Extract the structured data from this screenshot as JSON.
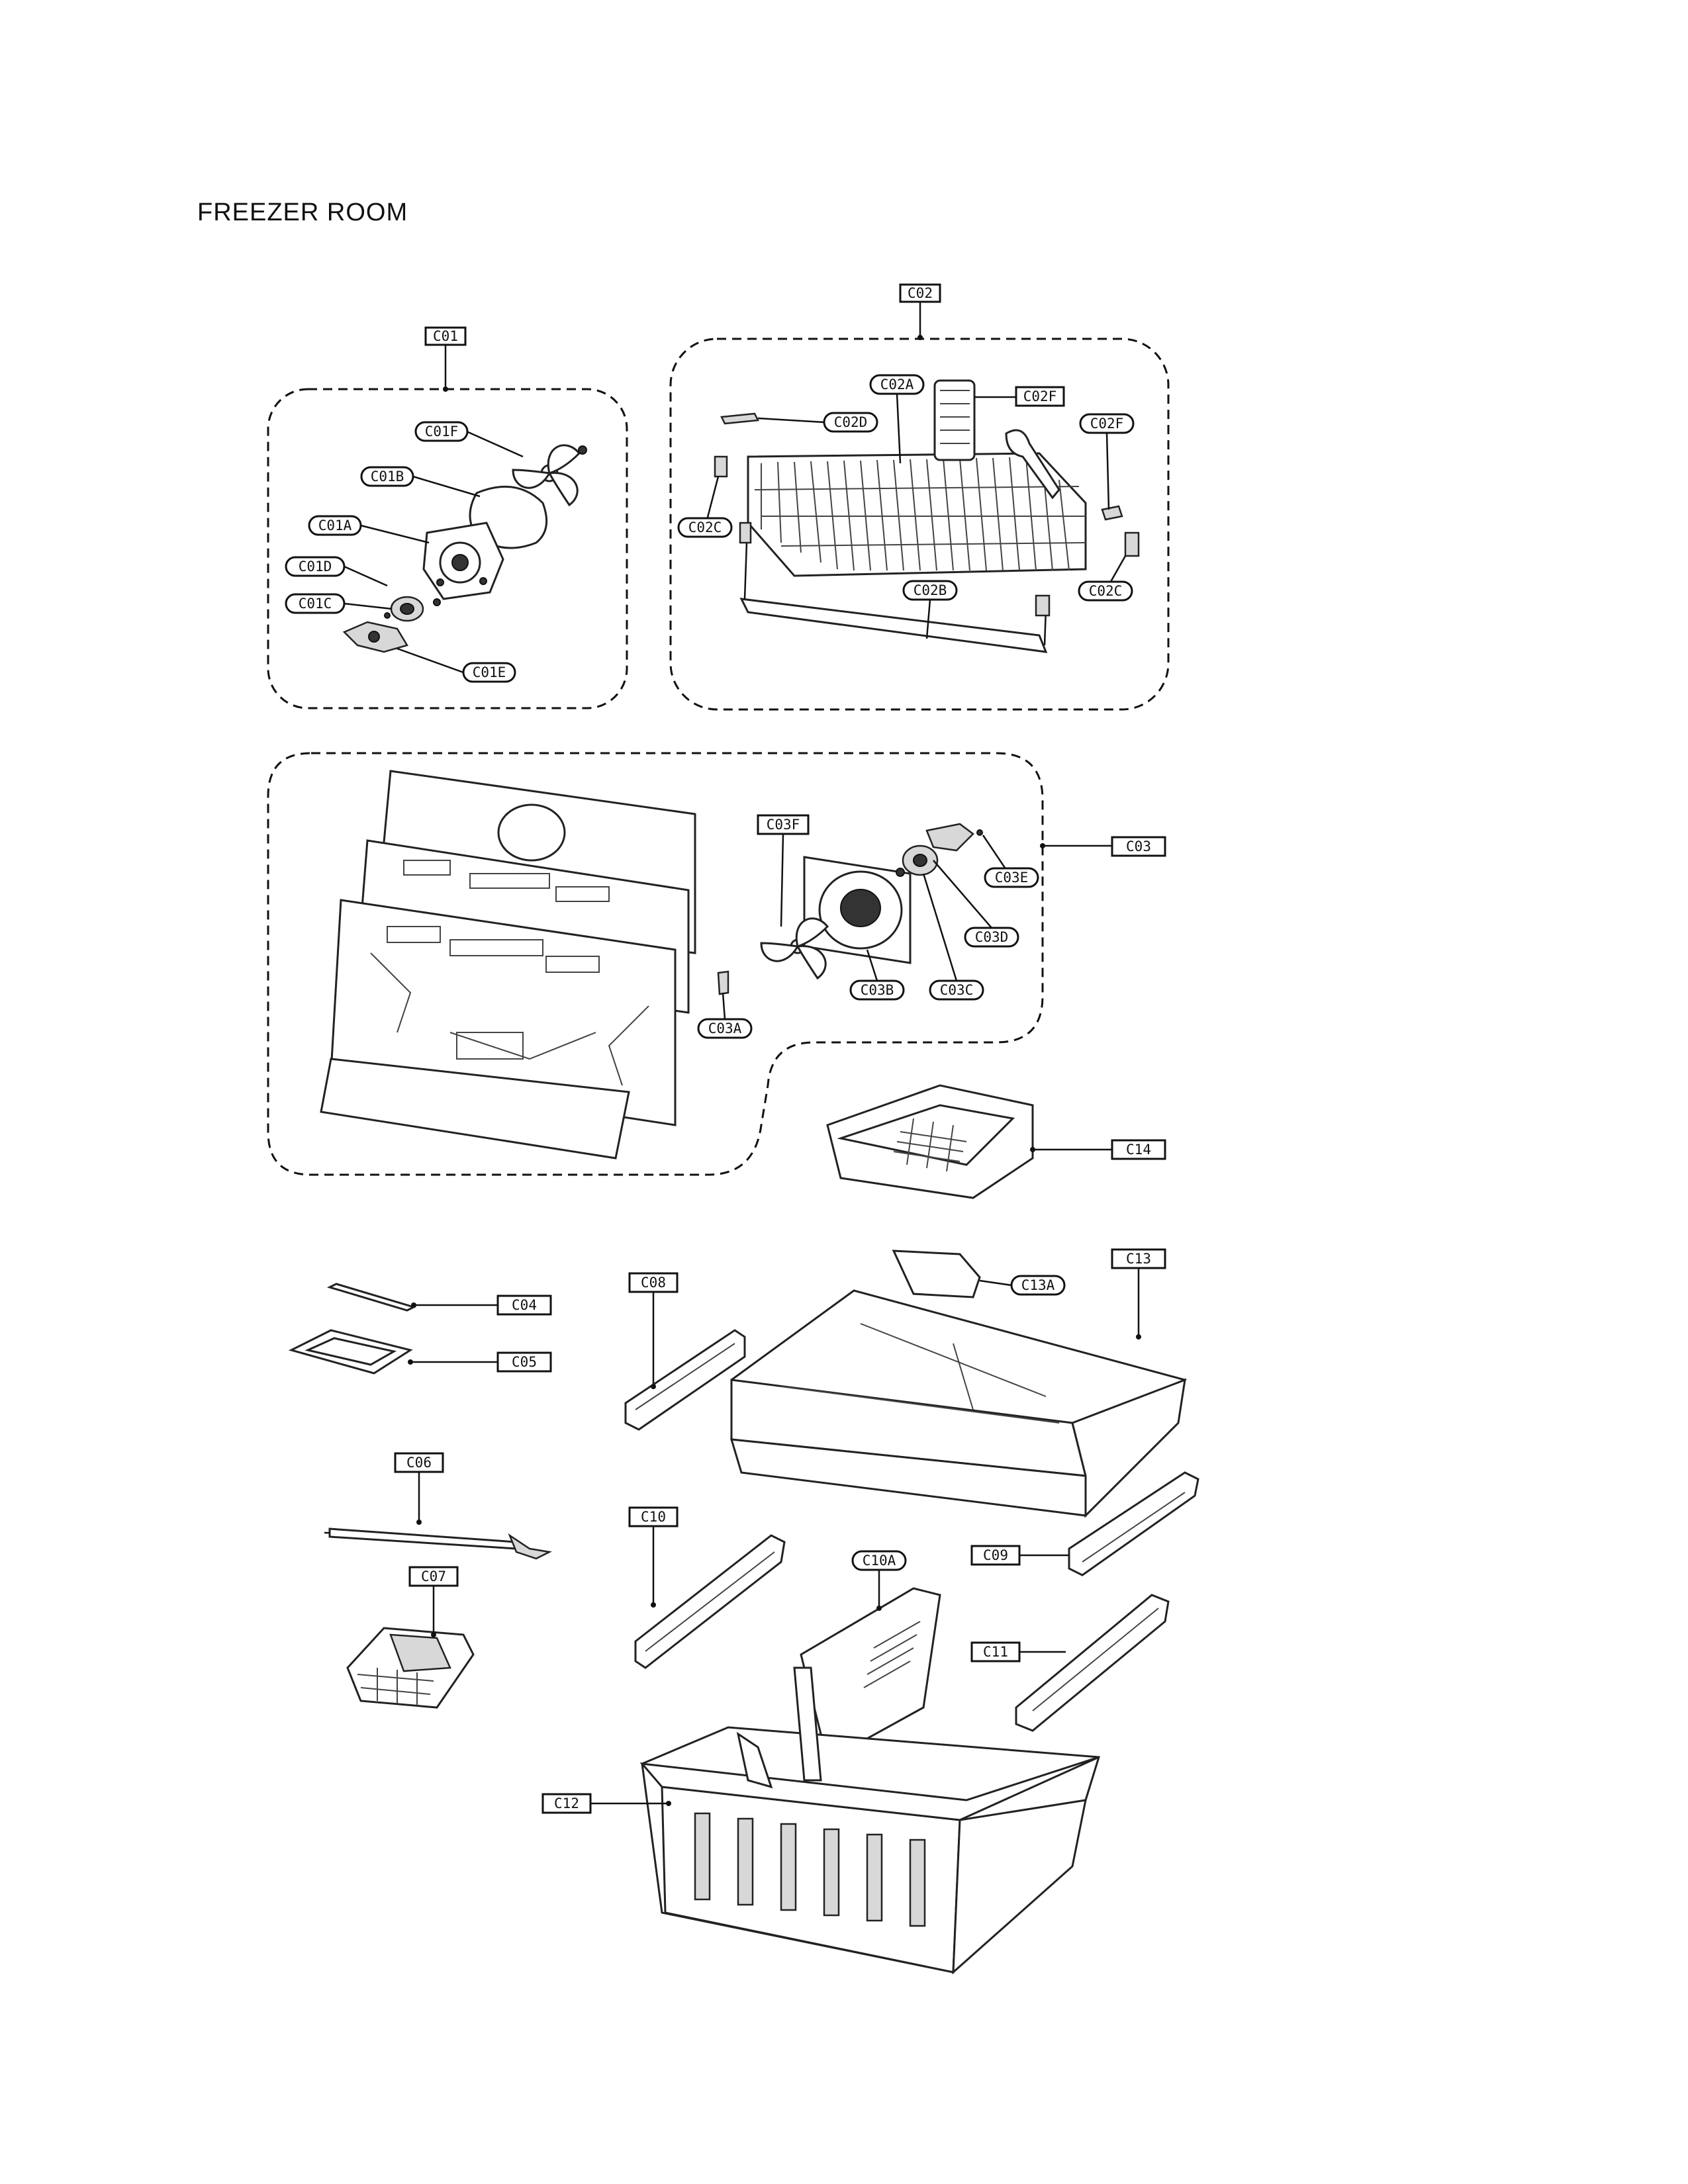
{
  "title": "FREEZER ROOM",
  "labels": {
    "C01": "C01",
    "C01A": "C01A",
    "C01B": "C01B",
    "C01C": "C01C",
    "C01D": "C01D",
    "C01E": "C01E",
    "C01F": "C01F",
    "C02": "C02",
    "C02A": "C02A",
    "C02B": "C02B",
    "C02C_left": "C02C",
    "C02C_right": "C02C",
    "C02D": "C02D",
    "C02F_top": "C02F",
    "C02F_right": "C02F",
    "C03": "C03",
    "C03A": "C03A",
    "C03B": "C03B",
    "C03C": "C03C",
    "C03D": "C03D",
    "C03E": "C03E",
    "C03F": "C03F",
    "C04": "C04",
    "C05": "C05",
    "C06": "C06",
    "C07": "C07",
    "C08": "C08",
    "C09": "C09",
    "C10": "C10",
    "C10A": "C10A",
    "C11": "C11",
    "C12": "C12",
    "C13": "C13",
    "C13A": "C13A",
    "C14": "C14"
  },
  "colors": {
    "ink": "#111111",
    "paper": "#ffffff"
  }
}
